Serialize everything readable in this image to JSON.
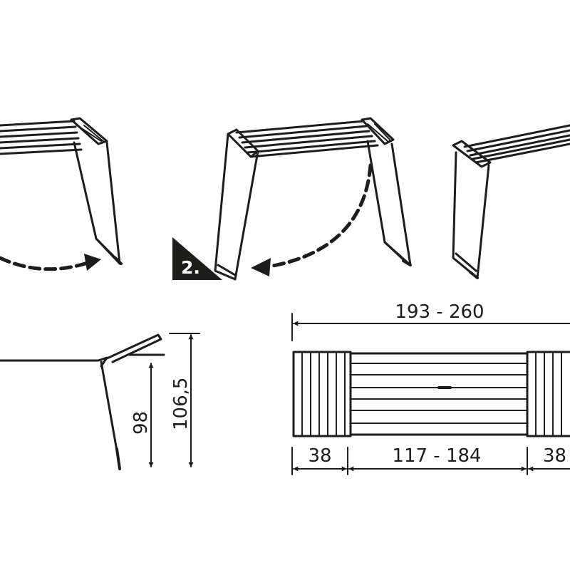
{
  "steps": {
    "step2_label": "2."
  },
  "side_view": {
    "height_closed": "98",
    "height_open": "106,5"
  },
  "top_view": {
    "total_width": "193 - 260",
    "left_wing": "38",
    "center_span": "117 - 184",
    "right_wing": "38"
  },
  "colors": {
    "line": "#1d1d1b",
    "background": "#ffffff"
  }
}
